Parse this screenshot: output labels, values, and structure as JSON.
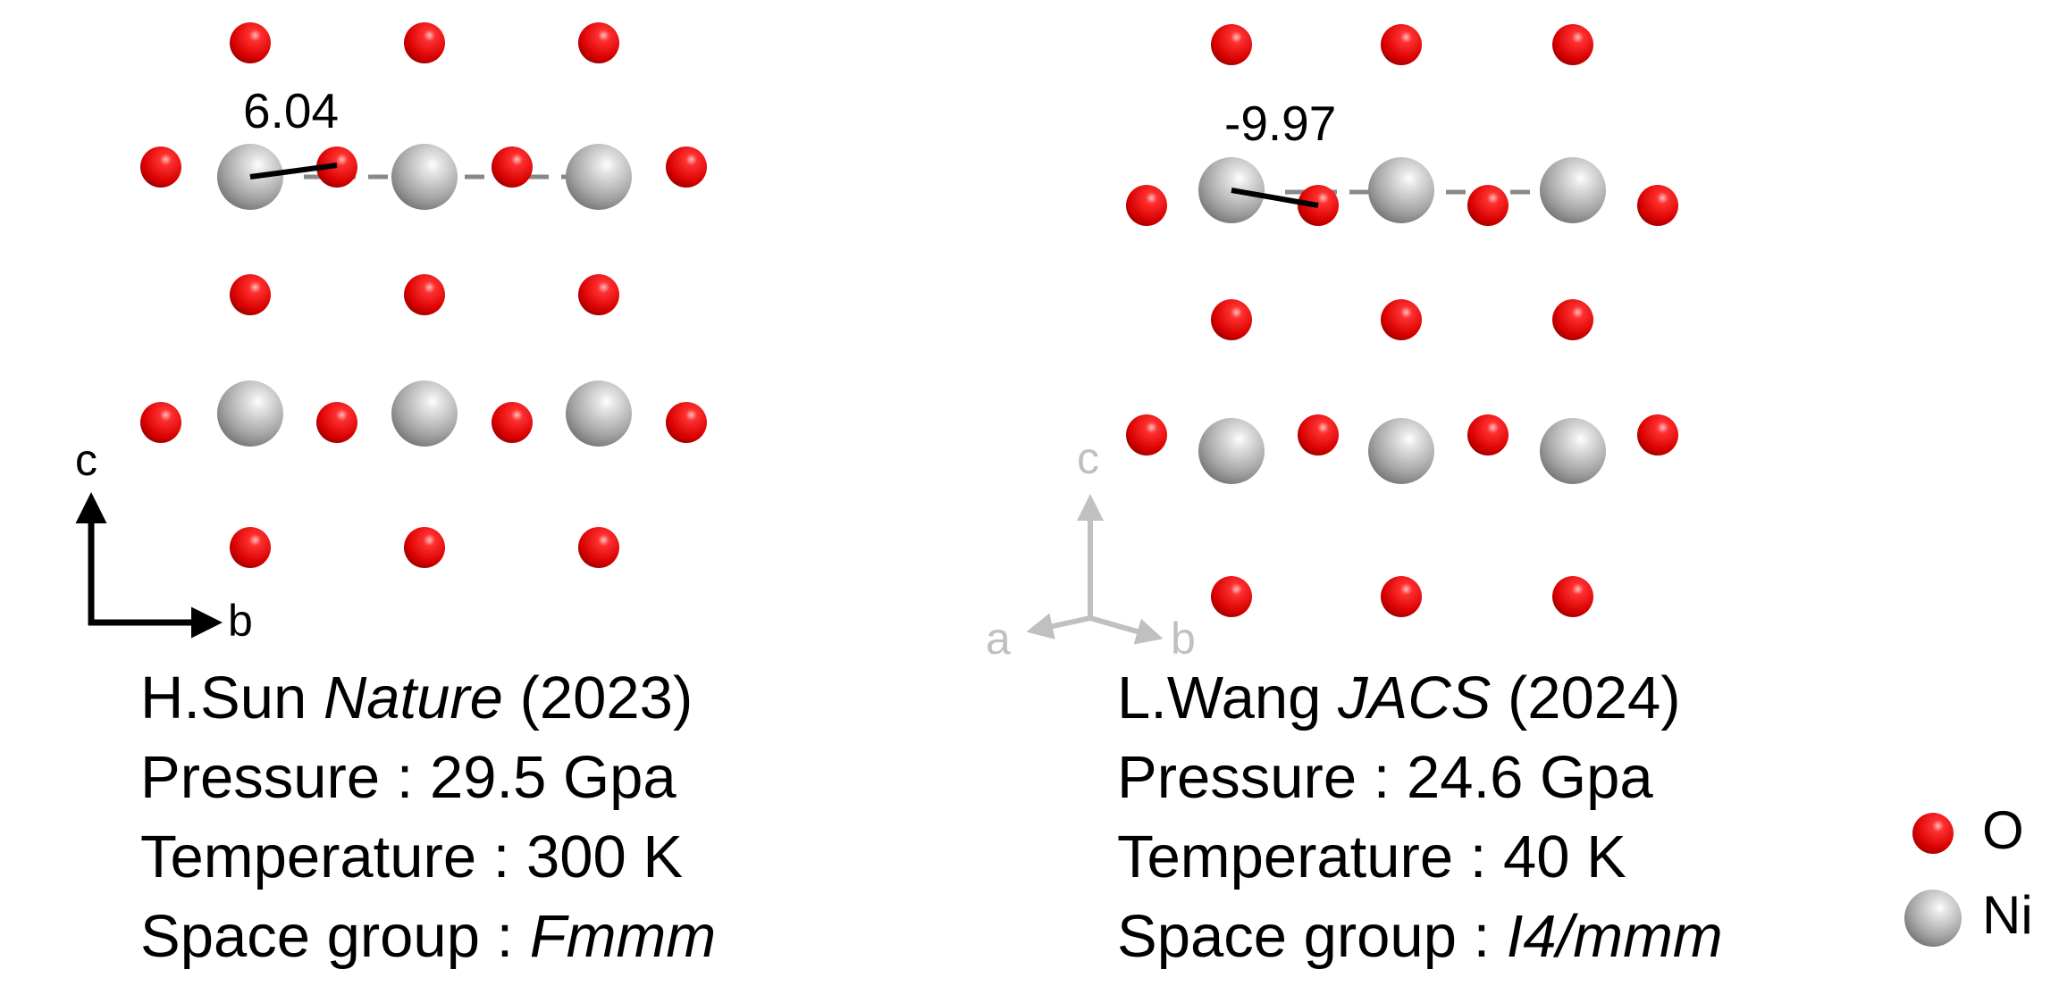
{
  "colors": {
    "oxygen": "#dd0000",
    "nickel": "#a0a0a0",
    "axis_left": "#000000",
    "axis_right": "#c0c0c0"
  },
  "panels": [
    {
      "id": "left",
      "angle_label": "6.04",
      "axes": [
        "c",
        "b"
      ],
      "citation": {
        "author": "H.Sun",
        "journal": "Nature",
        "year": "(2023)"
      },
      "pressure": "Pressure : 29.5 Gpa",
      "temperature": "Temperature : 300 K",
      "space_group_prefix": "Space group : ",
      "space_group": "Fmmm"
    },
    {
      "id": "right",
      "angle_label": "-9.97",
      "axes": [
        "c",
        "a",
        "b"
      ],
      "citation": {
        "author": "L.Wang",
        "journal": "JACS",
        "year": "(2024)"
      },
      "pressure": "Pressure : 24.6 Gpa",
      "temperature": "Temperature : 40 K",
      "space_group_prefix": "Space group : ",
      "space_group": "I4/mmm"
    }
  ],
  "legend": [
    {
      "element": "oxygen",
      "label": "O"
    },
    {
      "element": "nickel",
      "label": "Ni"
    }
  ]
}
